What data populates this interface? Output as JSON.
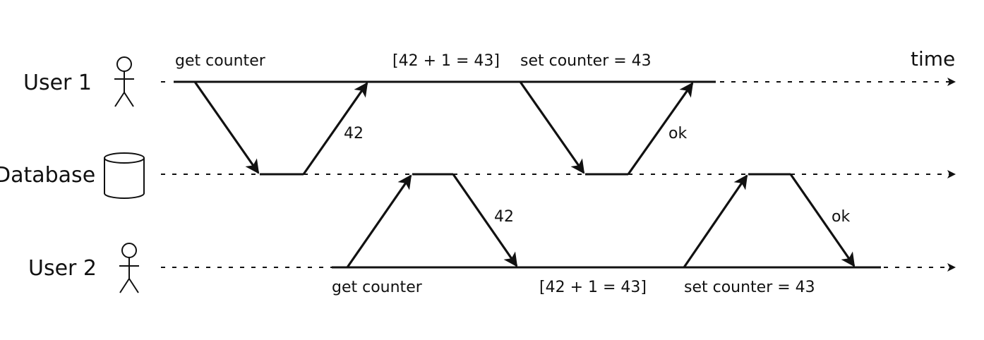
{
  "lanes": {
    "user1": {
      "label": "User 1",
      "icon": "person-icon"
    },
    "database": {
      "label": "Database",
      "icon": "database-cylinder-icon"
    },
    "user2": {
      "label": "User 2",
      "icon": "person-icon"
    }
  },
  "time_label": "time",
  "user1_notes": {
    "get": "get counter",
    "compute": "[42 + 1 = 43]",
    "set": "set counter = 43"
  },
  "user2_notes": {
    "get": "get counter",
    "compute": "[42 + 1 = 43]",
    "set": "set counter = 43"
  },
  "responses": {
    "user1_read": "42",
    "user1_write": "ok",
    "user2_read": "42",
    "user2_write": "ok"
  }
}
